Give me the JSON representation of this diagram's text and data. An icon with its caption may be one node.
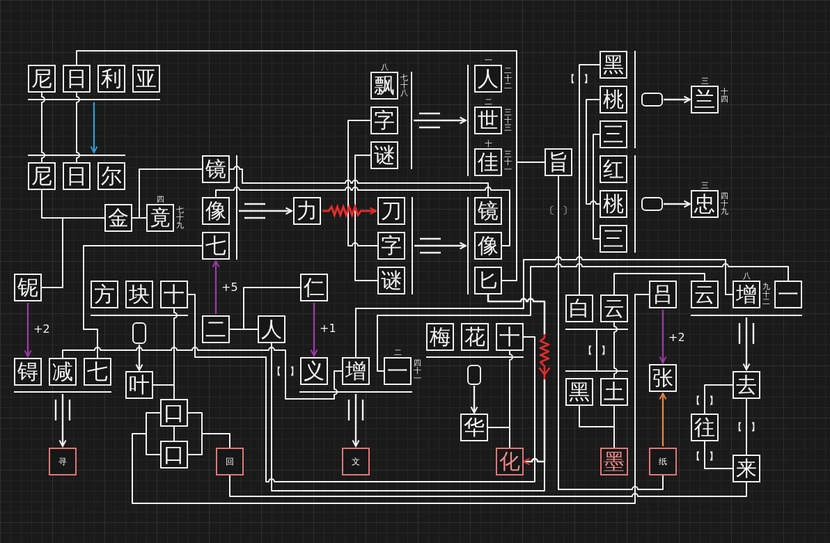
{
  "diagram": {
    "nodes": [
      {
        "text": [
          "尼"
        ]
      },
      {
        "text": [
          "日"
        ]
      },
      {
        "text": [
          "利"
        ]
      },
      {
        "text": [
          "亚"
        ]
      },
      {
        "text": [],
        "shape": "bar"
      },
      {
        "text": [
          "飘"
        ],
        "beside": [
          "八",
          "七十八"
        ]
      },
      {
        "text": [
          "字"
        ]
      },
      {
        "text": [
          "谜"
        ]
      },
      {
        "text": [],
        "shape": "bar"
      },
      {
        "text": [],
        "shape": "bar"
      },
      {
        "text": [
          "人"
        ],
        "beside": [
          "一",
          "二十二"
        ]
      },
      {
        "text": [
          "世"
        ],
        "beside": [
          "二",
          "三十三"
        ]
      },
      {
        "text": [
          "佳"
        ],
        "beside": [
          "十",
          "三十一"
        ]
      },
      {
        "text": [
          "黑"
        ]
      },
      {
        "text": [
          "桃"
        ]
      },
      {
        "text": [
          "三"
        ]
      },
      {
        "text": [],
        "shape": "bar"
      },
      {
        "text": [],
        "shape": "box"
      },
      {
        "text": [
          "兰"
        ],
        "beside": [
          "三",
          "十四"
        ]
      },
      {
        "text": [],
        "shape": "bar"
      },
      {
        "text": [
          "尼"
        ]
      },
      {
        "text": [
          "日"
        ]
      },
      {
        "text": [
          "尔"
        ]
      },
      {
        "text": [
          "镜"
        ]
      },
      {
        "text": [
          "旨"
        ]
      },
      {
        "text": [
          "红"
        ]
      },
      {
        "text": [],
        "shape": "bar"
      },
      {
        "text": [
          "桃"
        ]
      },
      {
        "text": [],
        "shape": "box"
      },
      {
        "text": [
          "忠"
        ],
        "beside": [
          "三",
          "四十九"
        ]
      },
      {
        "text": [
          "金"
        ]
      },
      {
        "text": [
          "竟"
        ],
        "beside": [
          "四",
          "七十九"
        ]
      },
      {
        "text": [
          "像"
        ]
      },
      {
        "text": [],
        "shape": "bar"
      },
      {
        "text": [
          "力"
        ]
      },
      {
        "text": [
          "刀"
        ]
      },
      {
        "text": [],
        "shape": "bar"
      },
      {
        "text": [],
        "shape": "bar"
      },
      {
        "text": [
          "镜"
        ]
      },
      {
        "text": [
          "三"
        ]
      },
      {
        "text": [
          "七"
        ]
      },
      {
        "text": [
          "字"
        ]
      },
      {
        "text": [
          "像"
        ]
      },
      {
        "text": [
          "谜"
        ]
      },
      {
        "text": [
          "匕"
        ]
      },
      {
        "text": [
          "铌"
        ]
      },
      {
        "text": [
          "仁"
        ]
      },
      {
        "text": [
          "方"
        ]
      },
      {
        "text": [
          "块"
        ]
      },
      {
        "text": [
          "十"
        ]
      },
      {
        "text": [
          "吕"
        ]
      },
      {
        "text": [
          "云"
        ]
      },
      {
        "text": [
          "增"
        ],
        "beside": [
          "八",
          "九十二"
        ]
      },
      {
        "text": [
          "一"
        ]
      },
      {
        "text": [
          "白"
        ]
      },
      {
        "text": [
          "云"
        ]
      },
      {
        "text": [],
        "shape": "bar"
      },
      {
        "text": [],
        "shape": "bar"
      },
      {
        "text": [
          "二"
        ]
      },
      {
        "text": [
          "人"
        ]
      },
      {
        "text": [],
        "shape": "box"
      },
      {
        "text": [
          "梅"
        ]
      },
      {
        "text": [
          "花"
        ]
      },
      {
        "text": [
          "十"
        ]
      },
      {
        "text": [],
        "shape": "bar"
      },
      {
        "text": [
          "锝"
        ]
      },
      {
        "text": [
          "减"
        ]
      },
      {
        "text": [
          "七"
        ]
      },
      {
        "text": [
          "义"
        ]
      },
      {
        "text": [
          "增"
        ]
      },
      {
        "text": [
          "一"
        ],
        "beside": [
          "二",
          "四十一"
        ]
      },
      {
        "text": [],
        "shape": "bar"
      },
      {
        "text": [
          "叶"
        ]
      },
      {
        "text": [
          "张"
        ]
      },
      {
        "text": [],
        "shape": "bar"
      },
      {
        "text": [
          "去"
        ]
      },
      {
        "text": [],
        "shape": "box"
      },
      {
        "text": [
          "黑"
        ]
      },
      {
        "text": [
          "土"
        ]
      },
      {
        "text": [],
        "shape": "bar"
      },
      {
        "text": [],
        "shape": "bar"
      },
      {
        "text": [
          "口"
        ]
      },
      {
        "text": [
          "华"
        ]
      },
      {
        "text": [
          "往"
        ]
      },
      {
        "text": [
          "口"
        ]
      },
      {
        "text": [
          "寻"
        ]
      },
      {
        "text": [
          "回"
        ]
      },
      {
        "text": [
          "文"
        ]
      },
      {
        "text": [
          "化"
        ]
      },
      {
        "text": [
          "墨"
        ]
      },
      {
        "text": [
          "纸"
        ]
      },
      {
        "text": [
          "来"
        ]
      }
    ],
    "edges": [
      {
        "from": 0,
        "to": 20,
        "arrow": "none"
      },
      {
        "from": 1,
        "to": 21,
        "arrow": "none"
      },
      {
        "from": 1,
        "to": 24,
        "arrow": "none"
      },
      {
        "from": 44,
        "to": 24,
        "arrow": "none"
      },
      {
        "from": 20,
        "to": 45,
        "arrow": "none"
      },
      {
        "from": 30,
        "to": 45,
        "arrow": "none"
      },
      {
        "from": 30,
        "to": 23,
        "arrow": "none"
      },
      {
        "from": 31,
        "to": 23,
        "arrow": "none"
      },
      {
        "from": 23,
        "to": 38,
        "arrow": "none"
      },
      {
        "from": 32,
        "to": 42,
        "arrow": "none"
      },
      {
        "from": 40,
        "to": 67,
        "arrow": "none"
      },
      {
        "from": 6,
        "to": 41,
        "arrow": "none"
      },
      {
        "from": 7,
        "to": 43,
        "arrow": "none"
      },
      {
        "from": 14,
        "to": 27,
        "arrow": "none"
      },
      {
        "from": 15,
        "to": 39,
        "arrow": "none"
      },
      {
        "from": 13,
        "to": 54,
        "arrow": "none",
        "label": "【 】"
      },
      {
        "from": 24,
        "to": 90,
        "arrow": "none",
        "label": "〔 〕"
      },
      {
        "from": 49,
        "to": 72,
        "arrow": "none"
      },
      {
        "from": 81,
        "to": 72,
        "arrow": "none"
      },
      {
        "from": 49,
        "to": 63,
        "arrow": "none"
      },
      {
        "from": 81,
        "to": 84,
        "arrow": "none"
      },
      {
        "from": 81,
        "to": 50,
        "arrow": "none"
      },
      {
        "from": 84,
        "to": 50,
        "arrow": "none"
      },
      {
        "from": 81,
        "to": 86,
        "arrow": "none"
      },
      {
        "from": 84,
        "to": 86,
        "arrow": "none"
      },
      {
        "from": 86,
        "to": 91,
        "arrow": "none"
      },
      {
        "from": 58,
        "to": 46,
        "arrow": "none"
      },
      {
        "from": 59,
        "to": 46,
        "arrow": "none"
      },
      {
        "from": 66,
        "to": 69,
        "arrow": "none",
        "label": "【 】"
      },
      {
        "from": 69,
        "to": 52,
        "arrow": "none"
      },
      {
        "from": 70,
        "to": 53,
        "arrow": "none"
      },
      {
        "from": 63,
        "to": 82,
        "arrow": "none"
      },
      {
        "from": 88,
        "to": 82,
        "arrow": "none"
      },
      {
        "from": 59,
        "to": 88,
        "arrow": "none"
      },
      {
        "from": 44,
        "to": 88,
        "arrow": "to",
        "color": "#e52b2b"
      },
      {
        "from": 77,
        "to": 89,
        "arrow": "none"
      },
      {
        "from": 78,
        "to": 89,
        "arrow": "none"
      },
      {
        "from": 55,
        "to": 78,
        "arrow": "none"
      },
      {
        "from": 55,
        "to": 51,
        "arrow": "none"
      },
      {
        "from": 64,
        "to": 74,
        "arrow": "none",
        "label": "【 】"
      },
      {
        "from": 75,
        "to": 83,
        "arrow": "none",
        "label": "【 】"
      },
      {
        "from": 75,
        "to": 91,
        "arrow": "none",
        "label": "【 】"
      },
      {
        "from": 83,
        "to": 91,
        "arrow": "none",
        "label": "【 】"
      },
      {
        "from": 4,
        "to": 19,
        "arrow": "to",
        "color": "#2d9bd5"
      },
      {
        "from": 45,
        "to": 65,
        "arrow": "to",
        "label": "+2",
        "color": "#9b3aa5"
      },
      {
        "from": 58,
        "to": 40,
        "arrow": "to",
        "label": "+5",
        "color": "#9b3aa5"
      },
      {
        "from": 46,
        "to": 68,
        "arrow": "to",
        "label": "+1",
        "color": "#9b3aa5"
      },
      {
        "from": 50,
        "to": 73,
        "arrow": "to",
        "label": "+2",
        "color": "#9b3aa5"
      },
      {
        "from": 90,
        "to": 73,
        "arrow": "to",
        "color": "#e8843a"
      },
      {
        "from": 34,
        "to": 35,
        "arrow": "to",
        "color": "#e52b2b"
      },
      {
        "from": 33,
        "to": 34,
        "arrow": "to"
      },
      {
        "from": 8,
        "to": 9,
        "arrow": "to"
      },
      {
        "from": 36,
        "to": 37,
        "arrow": "to"
      },
      {
        "from": 79,
        "to": 85,
        "arrow": "to"
      },
      {
        "from": 80,
        "to": 87,
        "arrow": "to"
      },
      {
        "from": 57,
        "to": 75,
        "arrow": "to"
      },
      {
        "from": 17,
        "to": 18,
        "arrow": "to"
      },
      {
        "from": 28,
        "to": 29,
        "arrow": "to"
      },
      {
        "from": 60,
        "to": 72,
        "arrow": "to"
      },
      {
        "from": 76,
        "to": 82,
        "arrow": "to"
      }
    ]
  }
}
